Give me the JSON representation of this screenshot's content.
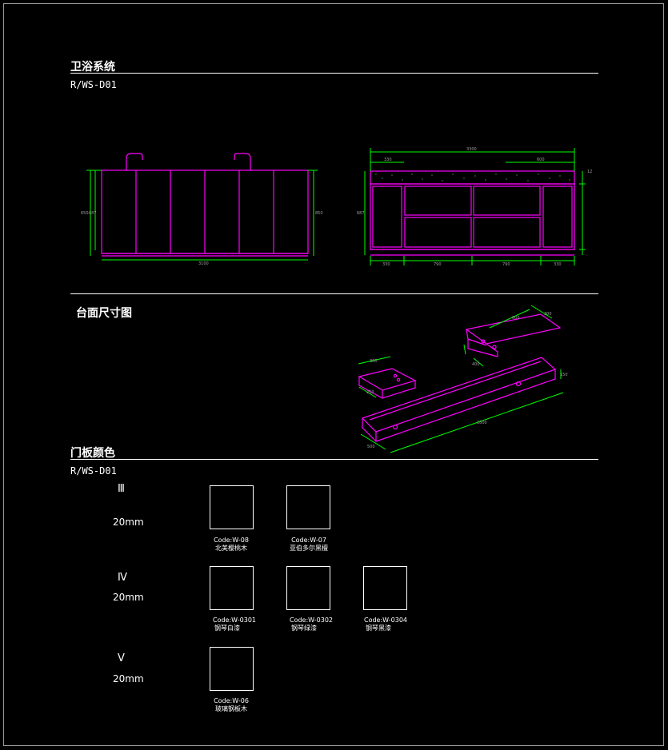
{
  "sections": {
    "bathroom_title": "卫浴系统",
    "bathroom_code": "R/WS-D01",
    "counter_title": "台面尺寸图",
    "door_title": "门板颜色",
    "door_code": "R/WS-D01"
  },
  "grades": [
    {
      "grade": "Ⅲ",
      "thickness": "20mm",
      "swatches": [
        {
          "code": "Code:W-08",
          "name": "北美樱桃木"
        },
        {
          "code": "Code:W-07",
          "name": "亚伯多尔黑檀"
        }
      ]
    },
    {
      "grade": "Ⅳ",
      "thickness": "20mm",
      "swatches": [
        {
          "code": "Code:W-0301",
          "name": "钢琴白漆"
        },
        {
          "code": "Code:W-0302",
          "name": "钢琴绿漆"
        },
        {
          "code": "Code:W-0304",
          "name": "钢琴黑漆"
        }
      ]
    },
    {
      "grade": "Ⅴ",
      "thickness": "20mm",
      "swatches": [
        {
          "code": "Code:W-06",
          "name": "玻璃钢板木"
        }
      ]
    }
  ],
  "dimensions": {
    "front_width": "3100",
    "front_height_a": "650",
    "front_height_b": "687",
    "front_height_c": "850",
    "side_total": "3300",
    "side_top_left": "330",
    "side_top_right": "600",
    "side_bottom": [
      "330",
      "790",
      "790",
      "330"
    ],
    "side_height": "687",
    "side_top_thk": "12",
    "iso_long": "2800",
    "iso_depth": "500",
    "iso_box_a": "600",
    "iso_box_b": "300",
    "iso_box_c": "400",
    "iso_small_a": "300",
    "iso_small_b": "250",
    "iso_height": "150"
  },
  "colors": {
    "line": "#ff00ff",
    "dimension": "#00ff00",
    "background": "#000000",
    "text": "#ffffff"
  }
}
